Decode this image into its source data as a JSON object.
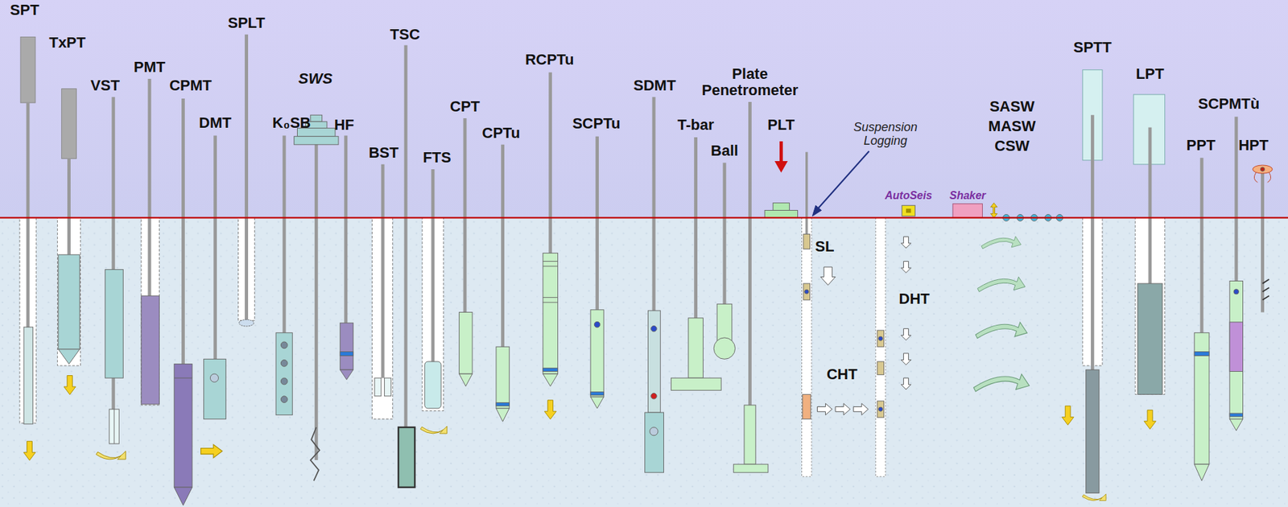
{
  "diagram": {
    "labels": [
      "SPT",
      "TxPT",
      "VST",
      "PMT",
      "CPMT",
      "DMT",
      "SPLT",
      "K₀SB",
      "SWS",
      "HF",
      "BST",
      "TSC",
      "FTS",
      "CPT",
      "CPTu",
      "RCPTu",
      "SCPTu",
      "SDMT",
      "T-bar",
      "Ball",
      "Plate Penetrometer",
      "PLT",
      "Suspension Logging",
      "SL",
      "AutoSeis",
      "Shaker",
      "DHT",
      "CHT",
      "SASW",
      "MASW",
      "CSW",
      "SPTT",
      "LPT",
      "SCPMTù",
      "PPT",
      "HPT"
    ]
  }
}
